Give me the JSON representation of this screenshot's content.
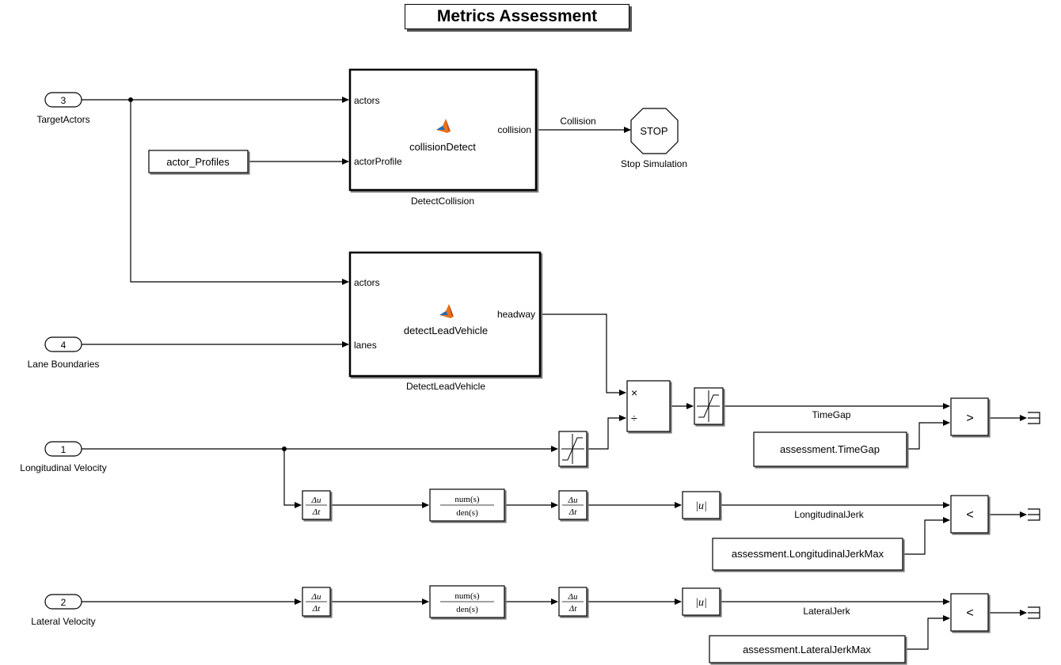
{
  "title": "Metrics Assessment",
  "inports": [
    {
      "number": "3",
      "label": "TargetActors"
    },
    {
      "number": "4",
      "label": "Lane Boundaries"
    },
    {
      "number": "1",
      "label": "Longitudinal Velocity"
    },
    {
      "number": "2",
      "label": "Lateral Velocity"
    }
  ],
  "constants": {
    "actor_profiles": "actor_Profiles",
    "time_gap": "assessment.TimeGap",
    "long_jerk_max": "assessment.LongitudinalJerkMax",
    "lat_jerk_max": "assessment.LateralJerkMax"
  },
  "subsystems": {
    "collision": {
      "name": "DetectCollision",
      "function": "collisionDetect",
      "inputs": [
        "actors",
        "actorProfile"
      ],
      "output": "collision"
    },
    "lead": {
      "name": "DetectLeadVehicle",
      "function": "detectLeadVehicle",
      "inputs": [
        "actors",
        "lanes"
      ],
      "output": "headway"
    }
  },
  "stop_block": {
    "text": "STOP",
    "label": "Stop Simulation"
  },
  "signals": {
    "collision": "Collision",
    "time_gap": "TimeGap",
    "long_jerk": "LongitudinalJerk",
    "lat_jerk": "LateralJerk"
  },
  "product_ops": {
    "multiply": "×",
    "divide": "÷"
  },
  "operators": {
    "greater": ">",
    "less1": "<",
    "less2": "<"
  },
  "derivative": {
    "num": "Δu",
    "den": "Δt"
  },
  "transfer_fcn": {
    "num": "num(s)",
    "den": "den(s)"
  },
  "abs": "|u|",
  "colors": {
    "line": "#000000",
    "matlab_icon": "#e8711c",
    "shadow": "#555555"
  }
}
